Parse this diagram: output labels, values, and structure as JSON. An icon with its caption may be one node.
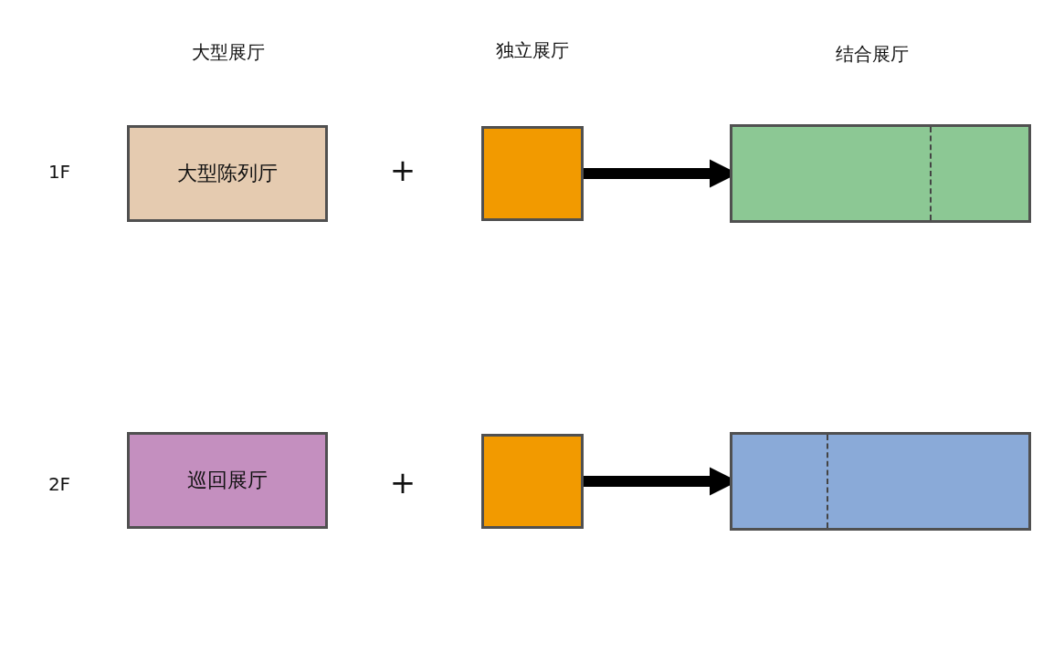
{
  "diagram": {
    "nodes": [
      {
        "text": [
          "大型陈列厅"
        ]
      },
      {
        "text": [],
        "shape": "box"
      },
      {
        "text": [],
        "shape": "box"
      },
      {
        "text": [
          "巡回展厅"
        ]
      },
      {
        "text": [],
        "shape": "box"
      },
      {
        "text": [],
        "shape": "box"
      }
    ],
    "edges": [
      {
        "from": 1,
        "to": 2,
        "arrow": "to"
      },
      {
        "from": 4,
        "to": 5,
        "arrow": "to"
      }
    ],
    "labels": [
      "大型展厅",
      "独立展厅",
      "结合展厅",
      "1F",
      "+",
      "2F",
      "+"
    ]
  }
}
